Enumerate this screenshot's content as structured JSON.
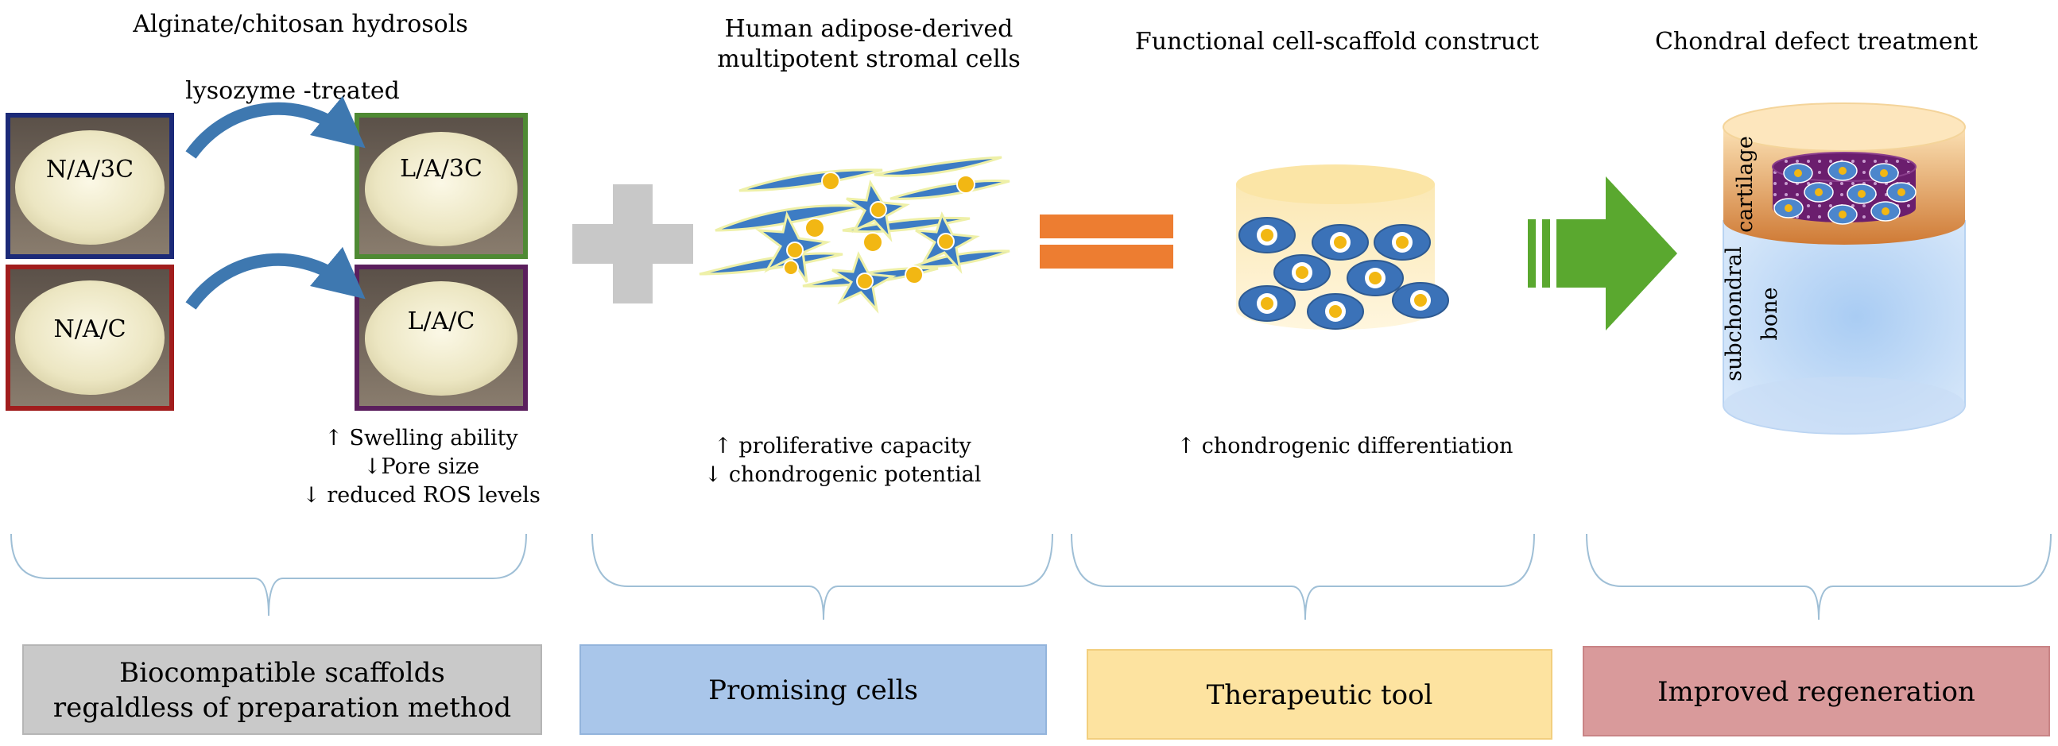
{
  "panels": {
    "scaffolds": {
      "title": "Alginate/chitosan hydrosols",
      "arrow_label": "lysozyme -treated",
      "samples": [
        {
          "label": "N/A/3C",
          "frame_color": "#1c2a78"
        },
        {
          "label": "L/A/3C",
          "frame_color": "#4f8a34"
        },
        {
          "label": "N/A/C",
          "frame_color": "#a11d1d"
        },
        {
          "label": "L/A/C",
          "frame_color": "#5b1f5d"
        }
      ],
      "notes": [
        "↑ Swelling ability",
        "↓Pore size",
        "↓ reduced ROS levels"
      ],
      "summary": [
        "Biocompatible scaffolds",
        "regaldless of preparation method"
      ],
      "summary_color": "#c9c9c9"
    },
    "cells": {
      "title": [
        "Human adipose-derived",
        "multipotent stromal cells"
      ],
      "notes": [
        "↑ proliferative capacity",
        "↓ chondrogenic potential"
      ],
      "summary": "Promising cells",
      "summary_color": "#a9c6ea"
    },
    "construct": {
      "title": "Functional cell-scaffold construct",
      "notes": [
        "↑ chondrogenic differentiation"
      ],
      "summary": "Therapeutic tool",
      "summary_color": "#fde3a0"
    },
    "treatment": {
      "title": "Chondral defect treatment",
      "layer_labels": {
        "cartilage": "cartilage",
        "bone": [
          "subchondral",
          "bone"
        ]
      },
      "summary": "Improved regeneration",
      "summary_color": "#d99a9b"
    }
  },
  "colors": {
    "plus": "#c8c8c8",
    "equals": "#ed7d31",
    "arrow": "#5aa82f",
    "curved_arrow": "#3e78b0",
    "bracket": "#9fbfd6"
  }
}
